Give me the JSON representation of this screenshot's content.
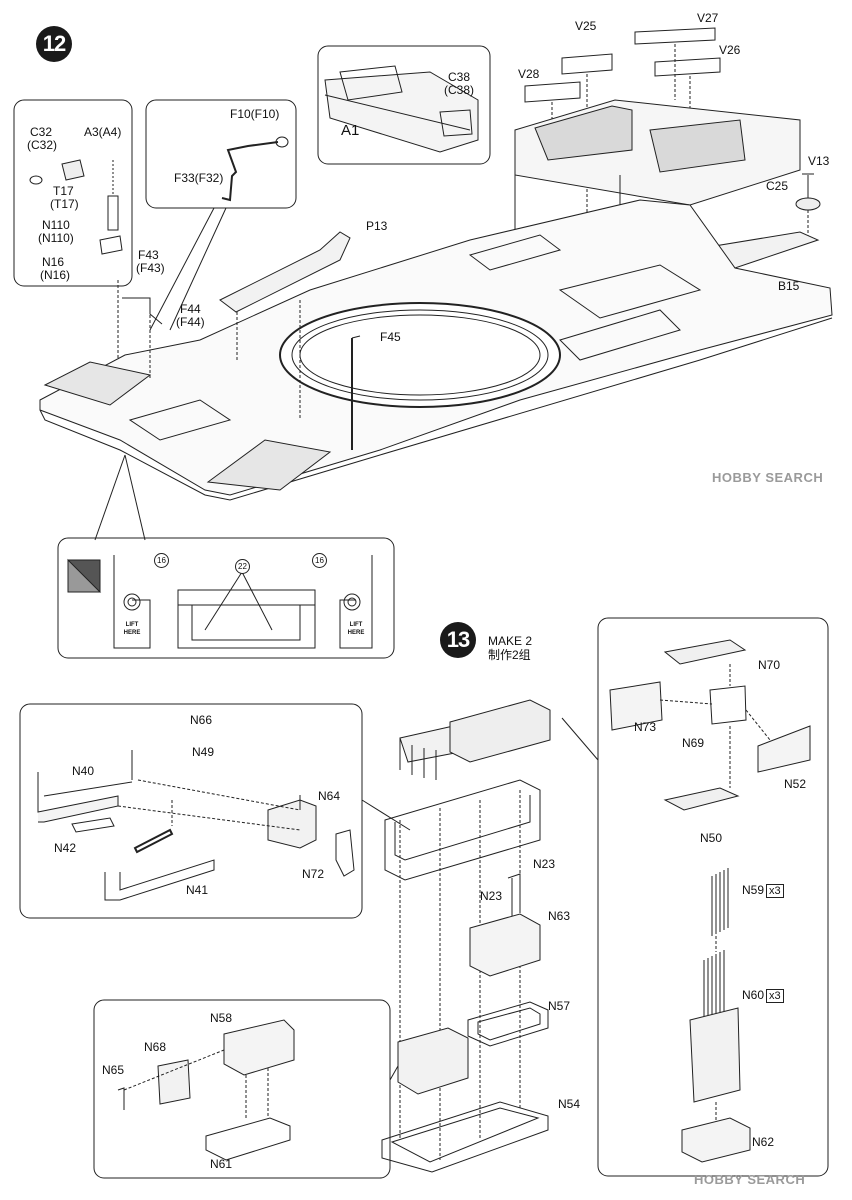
{
  "step12": {
    "number": "12",
    "labels": {
      "v25": "V25",
      "v27": "V27",
      "v26": "V26",
      "v28": "V28",
      "v13": "V13",
      "c38": "C38",
      "c38b": "(C38)",
      "a1": "A1",
      "c25": "C25",
      "b15": "B15",
      "c32": "C32",
      "c32b": "(C32)",
      "a3": "A3(A4)",
      "t17": "T17",
      "t17b": "(T17)",
      "n110": "N110",
      "n110b": "(N110)",
      "n16": "N16",
      "n16b": "(N16)",
      "f10": "F10(F10)",
      "f33": "F33(F32)",
      "p13": "P13",
      "f43": "F43",
      "f43b": "(F43)",
      "f44": "F44",
      "f44b": "(F44)",
      "f45": "F45"
    },
    "detail": {
      "lift_left": "LIFT",
      "here_left": "HERE",
      "lift_right": "LIFT",
      "here_right": "HERE",
      "ref16_left": "16",
      "ref22": "22",
      "ref16_right": "16"
    }
  },
  "step13": {
    "number": "13",
    "make_en": "MAKE 2",
    "make_cn": "制作2组",
    "labels": {
      "n66": "N66",
      "n49": "N49",
      "n40": "N40",
      "n64": "N64",
      "n42": "N42",
      "n41": "N41",
      "n72": "N72",
      "n70": "N70",
      "n73": "N73",
      "n69": "N69",
      "n52": "N52",
      "n50": "N50",
      "n59": "N59",
      "n60": "N60",
      "x3a": "x3",
      "x3b": "x3",
      "n62": "N62",
      "n23a": "N23",
      "n23b": "N23",
      "n63": "N63",
      "n57": "N57",
      "n54": "N54",
      "n58": "N58",
      "n68": "N68",
      "n65": "N65",
      "n61": "N61"
    }
  },
  "watermarks": {
    "top": "HOBBY SEARCH",
    "bottom": "HOBBY SEARCH"
  }
}
